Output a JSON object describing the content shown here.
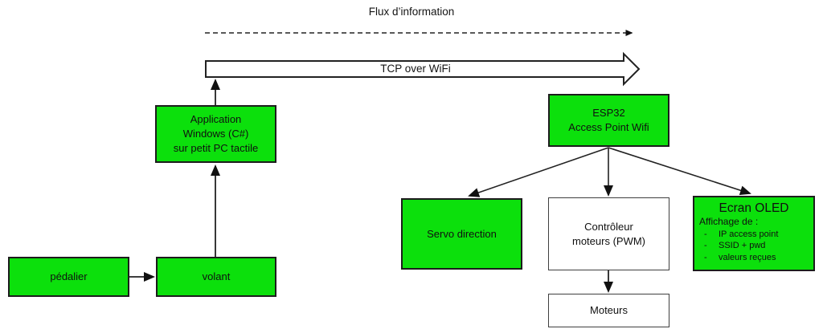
{
  "colors": {
    "box_green": "#0ce00c",
    "box_border_dark": "#1c1c1c",
    "box_border_gray": "#3f3f3f",
    "ink": "#1a1a1a",
    "bg": "#ffffff"
  },
  "header": {
    "title": "Flux d’information"
  },
  "tcp_arrow": {
    "label": "TCP over WiFi"
  },
  "left_chain": {
    "app": {
      "line1": "Application",
      "line2": "Windows (C#)",
      "line3": "sur petit PC tactile"
    },
    "pedalier": "pédalier",
    "volant": "volant"
  },
  "right_chain": {
    "esp32": {
      "line1": "ESP32",
      "line2": "Access Point Wifi"
    },
    "servo": "Servo direction",
    "controleur": {
      "line1": "Contrôleur",
      "line2": "moteurs (PWM)"
    },
    "oled": {
      "title": "Ecran OLED",
      "subtitle": "Affichage de :",
      "bullet": "-",
      "items": [
        "IP access point",
        "SSID + pwd",
        "valeurs reçues"
      ]
    },
    "moteurs": "Moteurs"
  }
}
